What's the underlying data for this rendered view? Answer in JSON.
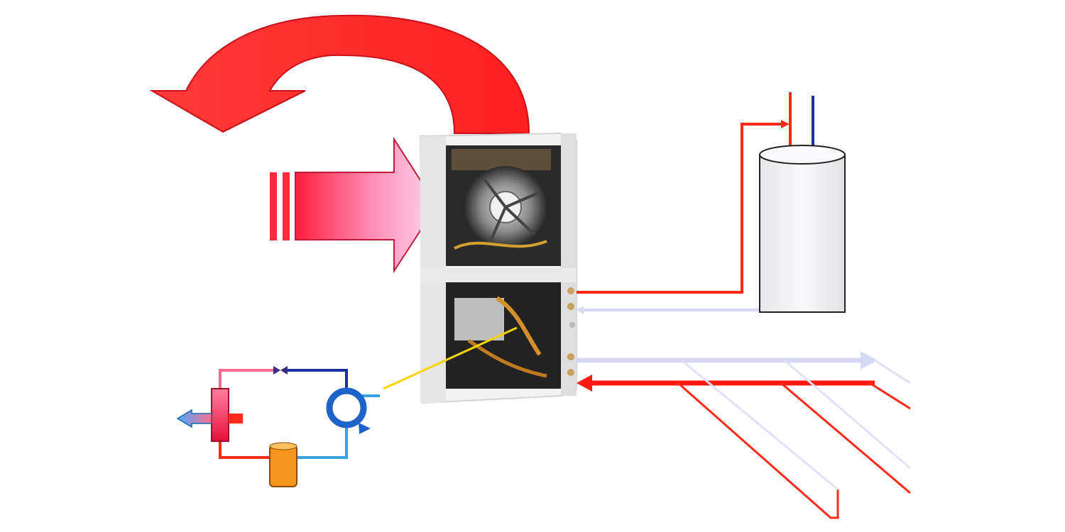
{
  "diagram": {
    "kind": "geothermal-heat-pump-illustration",
    "visible_text": [],
    "colors": {
      "hot": "#ff2a1a",
      "hot_dark": "#e0101a",
      "cold_pipe": "#1a2fa0",
      "cool_light": "#d6d8f4",
      "cabinet": "#f2f2f2",
      "cabinet_edge": "#d4d4d4",
      "tank": "#f1f1f3",
      "compressor": "#1e63c8",
      "receiver": "#f7941d",
      "hx_fill": "#ff5a7a",
      "pointer": "#f7d400"
    },
    "icons": [
      "curved-hot-air-arrow",
      "air-intake-arrow",
      "heat-pump-unit",
      "water-heater-tank",
      "ground-loop-pipes",
      "refrigeration-circuit"
    ]
  }
}
